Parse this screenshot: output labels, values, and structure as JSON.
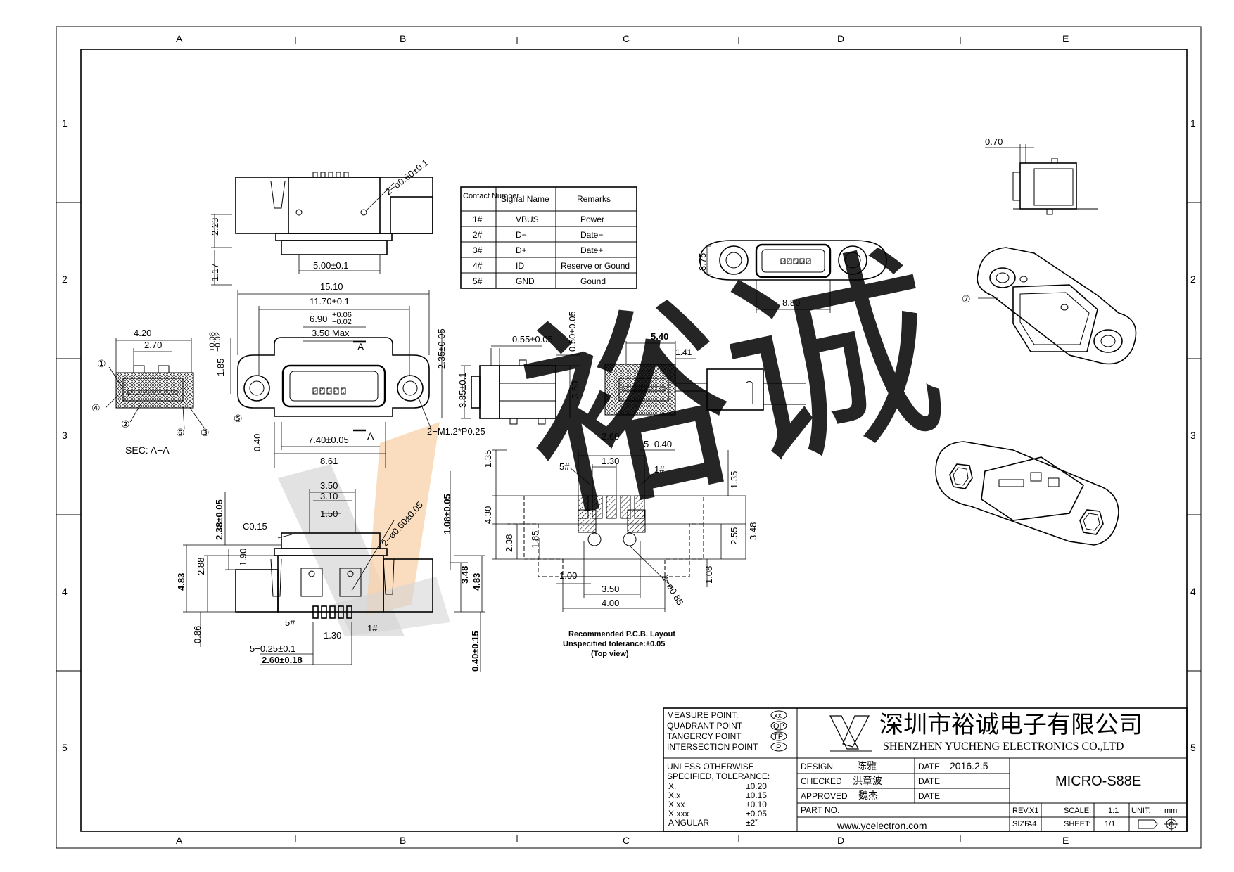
{
  "frame": {
    "columns": [
      "A",
      "B",
      "C",
      "D",
      "E"
    ],
    "rows": [
      "1",
      "2",
      "3",
      "4",
      "5"
    ]
  },
  "contact_table": {
    "headers": [
      "Contact Number",
      "Signal Name",
      "Remarks"
    ],
    "rows": [
      [
        "1#",
        "VBUS",
        "Power"
      ],
      [
        "2#",
        "D−",
        "Date−"
      ],
      [
        "3#",
        "D+",
        "Date+"
      ],
      [
        "4#",
        "ID",
        "Reserve or Gound"
      ],
      [
        "5#",
        "GND",
        "Gound"
      ]
    ]
  },
  "dimensions": {
    "top_hole": "2−ø0.60±0.1",
    "top_h1": "2.23",
    "top_h2": "1.17",
    "top_w": "5.00±0.1",
    "front_w1": "15.10",
    "front_w2": "11.70±0.1",
    "front_w3": "6.90",
    "front_w3_tol_up": "+0.06",
    "front_w3_tol_dn": "−0.02",
    "front_w4": "3.50 Max",
    "front_h1": "1.85",
    "front_h1_tol_up": "+0.08",
    "front_h1_tol_dn": "−0.02",
    "front_h2": "2.35±0.05",
    "front_b1": "0.40",
    "front_b2": "7.40±0.05",
    "front_b3": "8.61",
    "front_screw": "2−M1.2*P0.25",
    "section_a": "A",
    "sec_w1": "4.20",
    "sec_w2": "2.70",
    "sec_label": "SEC: A−A",
    "side_w1": "0.55±0.05",
    "side_w2": "0.50±0.05",
    "side_h1": "3.85±0.1",
    "side_h2": "3.50",
    "side_w3": "5.40",
    "side_w4": "1.41",
    "oval_h": "3.75",
    "oval_w": "8.80",
    "pcb_a": "2.60",
    "pcb_b": "1.30",
    "pcb_c": "5−0.40",
    "pcb_d": "1.35",
    "pcb_e": "1.35",
    "pcb_f": "4.30",
    "pcb_g": "2.38",
    "pcb_h": "1.85",
    "pcb_i": "2.55",
    "pcb_j": "3.48",
    "pcb_k": "1.08",
    "pcb_l": "1.00",
    "pcb_m": "3.50",
    "pcb_n": "4.00",
    "pcb_hole": "2−ø0.85",
    "pin5": "5#",
    "pin1": "1#",
    "pcb_note1": "Recommended P.C.B. Layout",
    "pcb_note2": "Unspecified tolerance:±0.05",
    "pcb_note3": "(Top view)",
    "bot_a": "3.50",
    "bot_b": "3.10",
    "bot_c": "1.50",
    "bot_d": "2.38±0.05",
    "bot_e": "C0.15",
    "bot_f": "2−ø0.60±0.05",
    "bot_g": "1.08±0.05",
    "bot_h": "4.83",
    "bot_i": "2.88",
    "bot_j": "1.90",
    "bot_k": "3.48",
    "bot_l": "4.83",
    "bot_m": "0.86",
    "bot_n": "5−0.25±0.1",
    "bot_o": "1.30",
    "bot_p": "2.60±0.18",
    "bot_q": "0.40±0.15",
    "iso_top": "0.70",
    "circled": [
      "①",
      "②",
      "③",
      "④",
      "⑤",
      "⑥",
      "⑦"
    ]
  },
  "title_block": {
    "measure_points": [
      [
        "MEASURE POINT:",
        "xx"
      ],
      [
        "QUADRANT POINT",
        "QP"
      ],
      [
        "TANGERCY POINT",
        "TP"
      ],
      [
        "INTERSECTION POINT",
        "IP"
      ]
    ],
    "tolerance_title1": "UNLESS OTHERWISE",
    "tolerance_title2": "SPECIFIED, TOLERANCE:",
    "tolerances": [
      [
        "X.",
        "±0.20"
      ],
      [
        "X.x",
        "±0.15"
      ],
      [
        "X.xx",
        "±0.10"
      ],
      [
        "X.xxx",
        "±0.05"
      ],
      [
        "ANGULAR",
        "±2˚"
      ]
    ],
    "company_cn": "深圳市裕诚电子有限公司",
    "company_en": "SHENZHEN YUCHENG ELECTRONICS CO.,LTD",
    "design_label": "DESIGN",
    "design_name": "陈雅",
    "checked_label": "CHECKED",
    "checked_name": "洪章波",
    "approved_label": "APPROVED",
    "approved_name": "魏杰",
    "date_label": "DATE",
    "date_value": "2016.2.5",
    "part_no_label": "PART NO.",
    "part_name": "MICRO-S88E",
    "website": "www.ycelectron.com",
    "rev_label": "REV.:",
    "rev_value": "X1",
    "scale_label": "SCALE:",
    "scale_value": "1:1",
    "unit_label": "UNIT:",
    "unit_value": "mm",
    "size_label": "SIZE:",
    "size_value": "A4",
    "sheet_label": "SHEET:",
    "sheet_value": "1/1"
  },
  "colors": {
    "watermark_green": "#d9efc9",
    "watermark_orange": "#f7d2a8",
    "watermark_gray": "#d6d6d6"
  }
}
